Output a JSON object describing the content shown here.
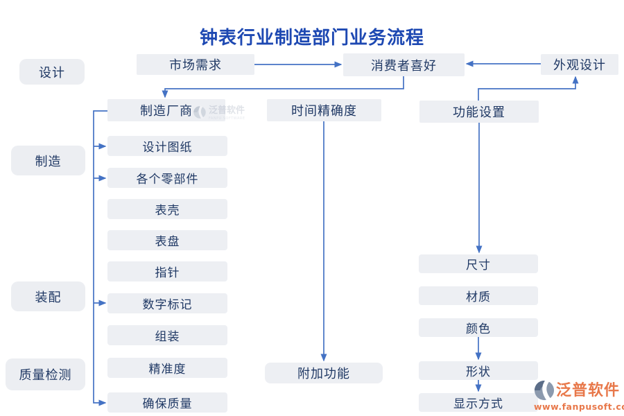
{
  "title": "钟表行业制造部门业务流程",
  "phases": [
    {
      "label": "设计"
    },
    {
      "label": "制造"
    },
    {
      "label": "装配"
    },
    {
      "label": "质量检测"
    }
  ],
  "flow": {
    "market_demand": "市场需求",
    "consumer_preference": "消费者喜好",
    "appearance_design": "外观设计",
    "manufacturer": "制造厂商",
    "time_accuracy": "时间精确度",
    "function_setting": "功能设置",
    "additional_function": "附加功能"
  },
  "manufacturing_items": [
    "设计图纸",
    "各个零部件",
    "表壳",
    "表盘",
    "指针",
    "数字标记",
    "组装",
    "精准度",
    "确保质量"
  ],
  "function_items": [
    "尺寸",
    "材质",
    "颜色",
    "形状",
    "显示方式"
  ],
  "branding": {
    "logo_text": "泛普软件",
    "website": "www.fanpusoft.com",
    "watermark_text": "泛普软件",
    "watermark_caption": "FANPU SOFTWARE"
  },
  "colors": {
    "title": "#1d48b2",
    "connector": "#4472c4",
    "node_background": "#edeff3",
    "node_text": "#1f3864",
    "brand_orange": "#e8784a",
    "logo_slate": "#8c9aae",
    "logo_navy": "#5b6d88"
  }
}
